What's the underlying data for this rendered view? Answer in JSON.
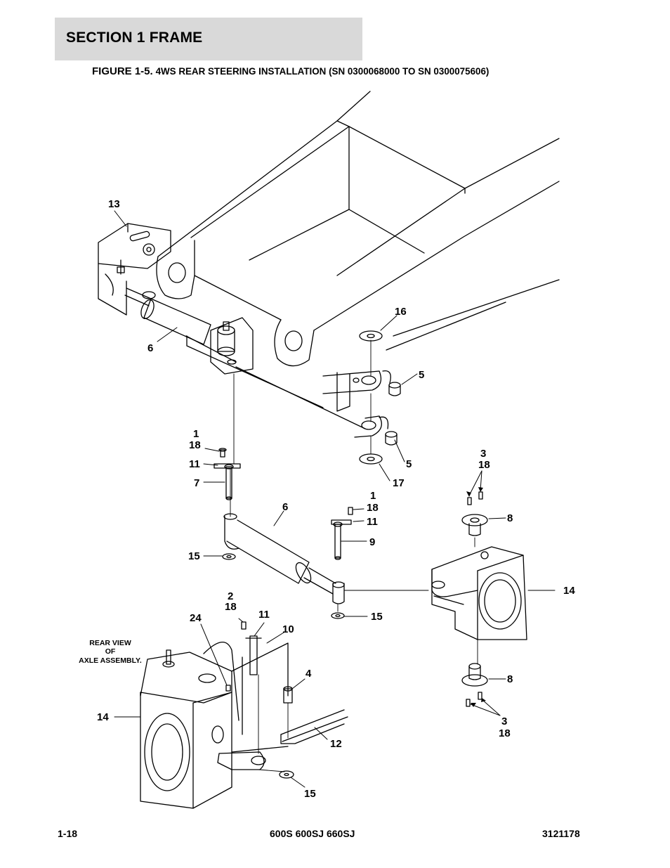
{
  "header": {
    "section_title": "SECTION 1  FRAME",
    "figure_label": "FIGURE 1-5.",
    "figure_text": "4WS REAR STEERING INSTALLATION (SN 0300068000 TO SN 0300075606)"
  },
  "callouts": {
    "c13": "13",
    "c6a": "6",
    "c16": "16",
    "c5a": "5",
    "c5b": "5",
    "c17": "17",
    "c1a": "1",
    "c18a": "18",
    "c11a": "11",
    "c7": "7",
    "c6b": "6",
    "c1b": "1",
    "c18b": "18",
    "c11b": "11",
    "c9": "9",
    "c15a": "15",
    "c15b": "15",
    "c3a": "3",
    "c18c": "18",
    "c8a": "8",
    "c14a": "14",
    "c2": "2",
    "c18d": "18",
    "c24": "24",
    "c11c": "11",
    "c10": "10",
    "c4": "4",
    "c12": "12",
    "c14b": "14",
    "c15c": "15",
    "c8b": "8",
    "c3b": "3",
    "c18e": "18"
  },
  "note": {
    "line1": "REAR  VIEW",
    "line2": "OF",
    "line3": "AXLE ASSEMBLY."
  },
  "footer": {
    "page": "1-18",
    "models": "600S 600SJ 660SJ",
    "doc_number": "3121178"
  }
}
